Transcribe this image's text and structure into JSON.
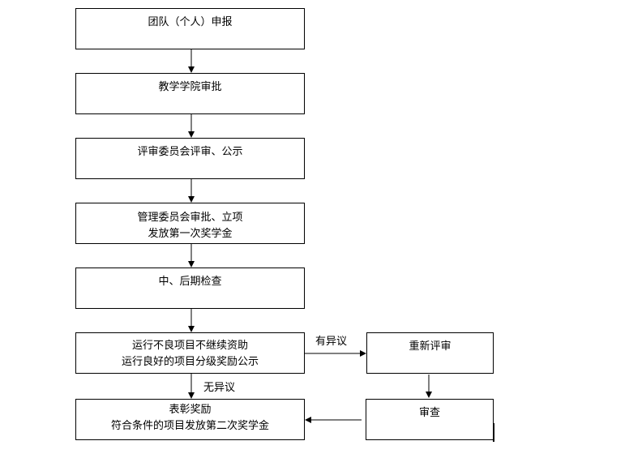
{
  "flow": {
    "step1": {
      "line1": "团队（个人）申报"
    },
    "step2": {
      "line1": "教学学院审批"
    },
    "step3": {
      "line1": "评审委员会评审、公示"
    },
    "step4": {
      "line1": "管理委员会审批、立项",
      "line2": "发放第一次奖学金"
    },
    "step5": {
      "line1": "中、后期检查"
    },
    "step6": {
      "line1": "运行不良项目不继续资助",
      "line2": "运行良好的项目分级奖励公示"
    },
    "step7": {
      "line1": "表彰奖励",
      "line2": "符合条件的项目发放第二次奖学金"
    },
    "review": {
      "line1": "重新评审"
    },
    "audit": {
      "line1": "审查"
    },
    "label_objection": "有异议",
    "label_no_objection": "无异议"
  }
}
